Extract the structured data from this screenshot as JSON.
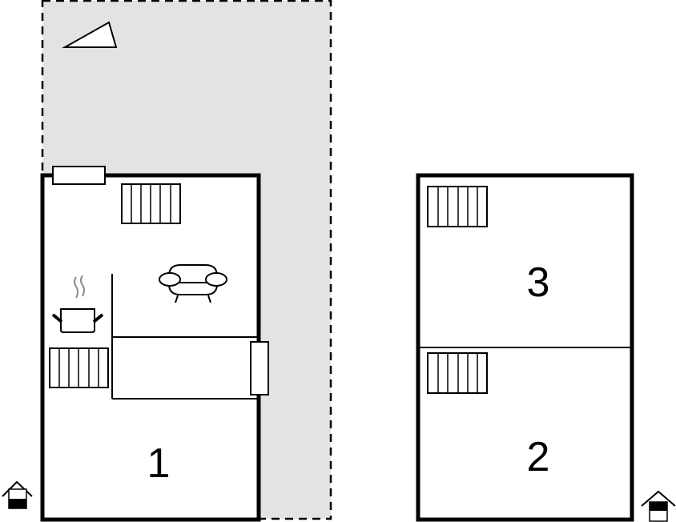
{
  "diagram": {
    "type": "floor-plan",
    "colors": {
      "terrace": "#e3e3e3",
      "wall": "#000000",
      "background": "#ffffff",
      "steam": "#8a8a8a"
    },
    "floors": [
      {
        "name": "ground-floor",
        "rooms": [
          {
            "id": "room-1",
            "label": "1"
          }
        ],
        "features": [
          "terrace",
          "compass-arrow",
          "window-top",
          "radiator-top",
          "sofa",
          "cooking-pot",
          "radiator-left",
          "hallway",
          "door-right",
          "entrance-icon"
        ]
      },
      {
        "name": "upper-floor",
        "rooms": [
          {
            "id": "room-3",
            "label": "3"
          },
          {
            "id": "room-2",
            "label": "2"
          }
        ],
        "features": [
          "radiator-room-3",
          "radiator-room-2",
          "entrance-icon-upper"
        ]
      }
    ]
  }
}
